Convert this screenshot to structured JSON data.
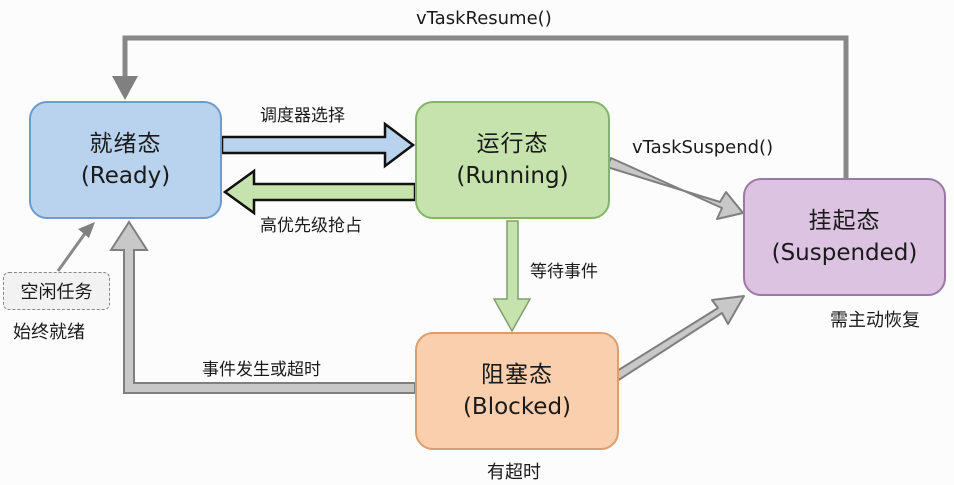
{
  "states": {
    "ready": {
      "name": "就绪态",
      "en": "(Ready)",
      "fill": "#b9d3ee",
      "stroke": "#6d9ccc"
    },
    "running": {
      "name": "运行态",
      "en": "(Running)",
      "fill": "#c6e2ad",
      "stroke": "#84b567"
    },
    "suspended": {
      "name": "挂起态",
      "en": "(Suspended)",
      "fill": "#dcc3e1",
      "stroke": "#9b78a6"
    },
    "blocked": {
      "name": "阻塞态",
      "en": "(Blocked)",
      "fill": "#f9cfad",
      "stroke": "#dc9d6f"
    }
  },
  "transitions": {
    "resume": "vTaskResume()",
    "scheduler_select": "调度器选择",
    "preempt": "高优先级抢占",
    "suspend": "vTaskSuspend()",
    "wait_event": "等待事件",
    "event_or_timeout": "事件发生或超时"
  },
  "notes": {
    "idle_task": "空闲任务",
    "always_ready": "始终就绪",
    "needs_resume": "需主动恢复",
    "has_timeout": "有超时"
  },
  "colors": {
    "gray_arrow_fill": "#c8c8c8",
    "gray_arrow_stroke": "#7f7f7f",
    "line_gray": "#888888"
  }
}
